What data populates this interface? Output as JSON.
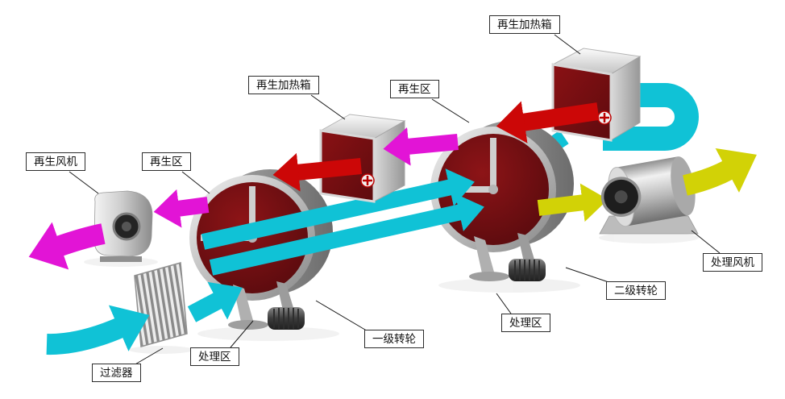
{
  "diagram": {
    "labels": {
      "regen_heater_top": "再生加热箱",
      "regen_heater_mid": "再生加热箱",
      "regen_zone_right": "再生区",
      "regen_zone_left": "再生区",
      "regen_fan": "再生风机",
      "process_fan": "处理风机",
      "rotor_second": "二级转轮",
      "rotor_first": "一级转轮",
      "process_zone_right": "处理区",
      "process_zone_left": "处理区",
      "filter": "过滤器"
    },
    "colors": {
      "process_air_cyan": "#10c2d6",
      "regen_air_magenta": "#e214d6",
      "hot_air_red": "#cc0707",
      "dry_air_yellow": "#d2d206",
      "rotor_face_maroon": "#6e0d10"
    }
  }
}
